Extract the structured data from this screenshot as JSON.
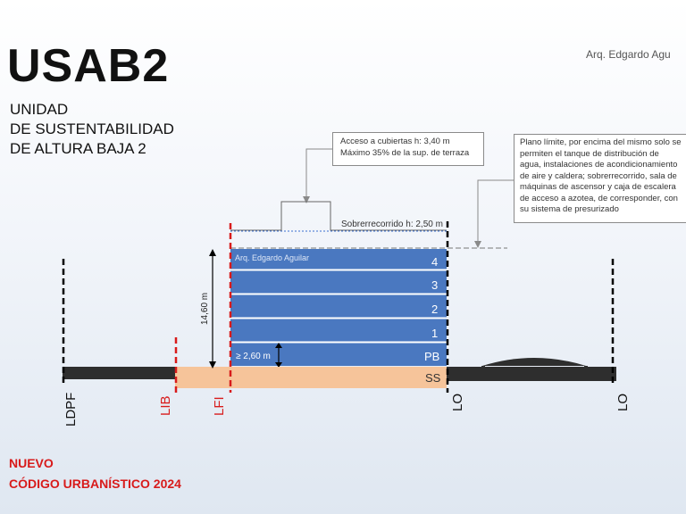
{
  "header": {
    "title": "USAB2",
    "subtitle_lines": [
      "UNIDAD",
      "DE SUSTENTABILIDAD",
      "DE ALTURA BAJA 2"
    ],
    "author": "Arq. Edgardo Agu"
  },
  "footer": {
    "line1": "NUEVO",
    "line2": "CÓDIGO URBANÍSTICO 2024"
  },
  "callouts": {
    "roof_access": {
      "line1": "Acceso a cubiertas h: 3,40 m",
      "line2": "Máximo 35% de la sup. de terraza"
    },
    "limit_plane": {
      "lines": [
        "Plano límite, por encima del mismo solo se",
        "permiten el tanque de distribución de",
        "agua, instalaciones de acondicionamiento",
        "de aire y caldera; sobrerrecorrido, sala de",
        "máquinas de ascensor y caja de escalera",
        "de acceso a azotea, de corresponder, con",
        "su sistema de presurizado"
      ]
    }
  },
  "building": {
    "watermark": "Arq. Edgardo Aguilar",
    "floors": [
      "4",
      "3",
      "2",
      "1",
      "PB"
    ],
    "basement": "SS",
    "overrun_label": "Sobrerrecorrido  h: 2,50 m",
    "height_label": "14,60 m",
    "ground_floor_label": "≥ 2,60 m"
  },
  "lines": {
    "ldpf": "LDPF",
    "lib": "LIB",
    "lfi": "LFI",
    "lo_left": "LO",
    "lo_right": "LO"
  },
  "colors": {
    "floor_blue": "#4a78c0",
    "basement": "#f6c49a",
    "ground": "#2e2e2e",
    "red_line": "#d81b1b",
    "accent_red": "#d81b1b"
  }
}
